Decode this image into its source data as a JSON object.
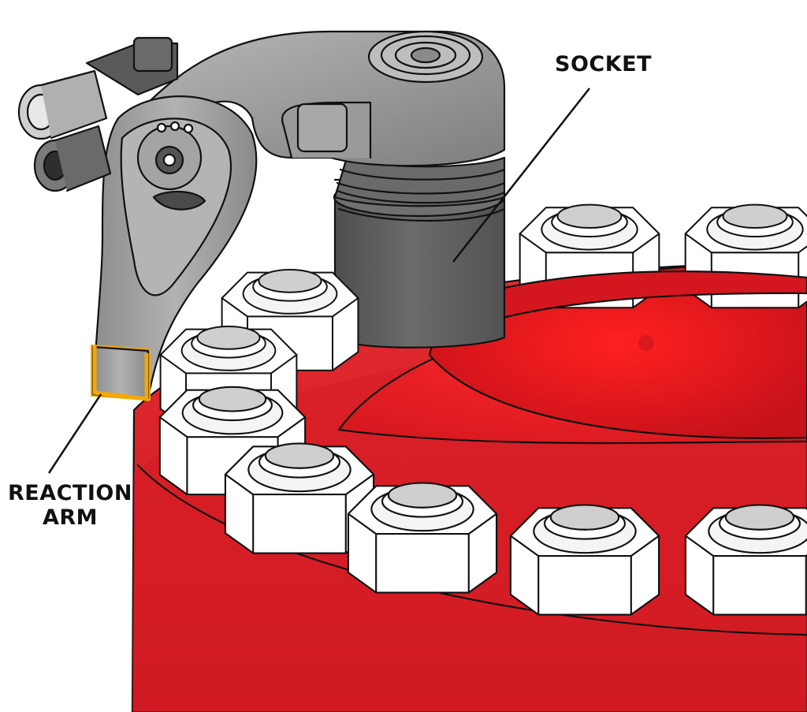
{
  "labels": {
    "socket": "SOCKET",
    "reaction_arm_line1": "REACTION",
    "reaction_arm_line2": "ARM"
  },
  "colors": {
    "flange": "#e0232b",
    "flange_dark": "#b8141c",
    "nut": "#ffffff",
    "nut_top": "#cfcfcf",
    "tool_body": "#9c9c9c",
    "tool_dark": "#6e6e6e",
    "socket": "#5e5e5e",
    "reaction_tip": "#f2a900",
    "outline": "#111111"
  },
  "icons": {
    "nut": "hex-nut",
    "tool": "hydraulic-torque-wrench"
  }
}
